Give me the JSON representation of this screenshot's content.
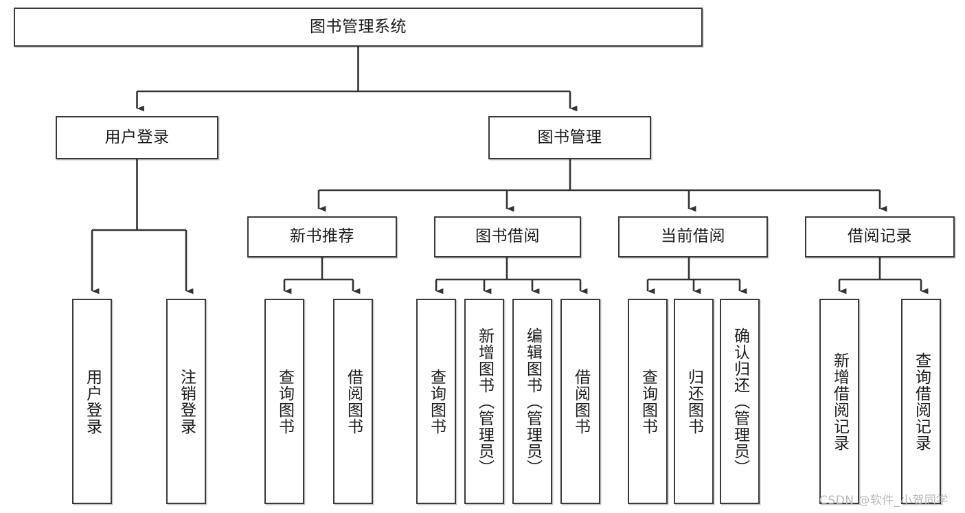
{
  "diagram": {
    "title": "图书管理系统",
    "type": "tree-hierarchy",
    "colors": {
      "box_border": "#3a3a3a",
      "box_fill": "#ffffff",
      "edge": "#333333",
      "text": "#1b1b1b",
      "watermark": "#b9b9b9",
      "background": "#ffffff"
    },
    "root": {
      "label": "图书管理系统"
    },
    "level2": [
      {
        "label": "用户登录"
      },
      {
        "label": "图书管理"
      }
    ],
    "level3": [
      {
        "label": "新书推荐"
      },
      {
        "label": "图书借阅"
      },
      {
        "label": "当前借阅"
      },
      {
        "label": "借阅记录"
      }
    ],
    "leaves": {
      "user_login": [
        {
          "label": "用户登录"
        },
        {
          "label": "注销登录"
        }
      ],
      "new_book_recommend": [
        {
          "label": "查询图书"
        },
        {
          "label": "借阅图书"
        }
      ],
      "book_borrow": [
        {
          "label": "查询图书"
        },
        {
          "label": "新增图书（管理员）"
        },
        {
          "label": "编辑图书（管理员）"
        },
        {
          "label": "借阅图书"
        }
      ],
      "current_borrow": [
        {
          "label": "查询图书"
        },
        {
          "label": "归还图书"
        },
        {
          "label": "确认归还（管理员）"
        }
      ],
      "borrow_records": [
        {
          "label": "新增借阅记录"
        },
        {
          "label": "查询借阅记录"
        }
      ]
    },
    "watermark": "CSDN @软件_小贺同学"
  }
}
